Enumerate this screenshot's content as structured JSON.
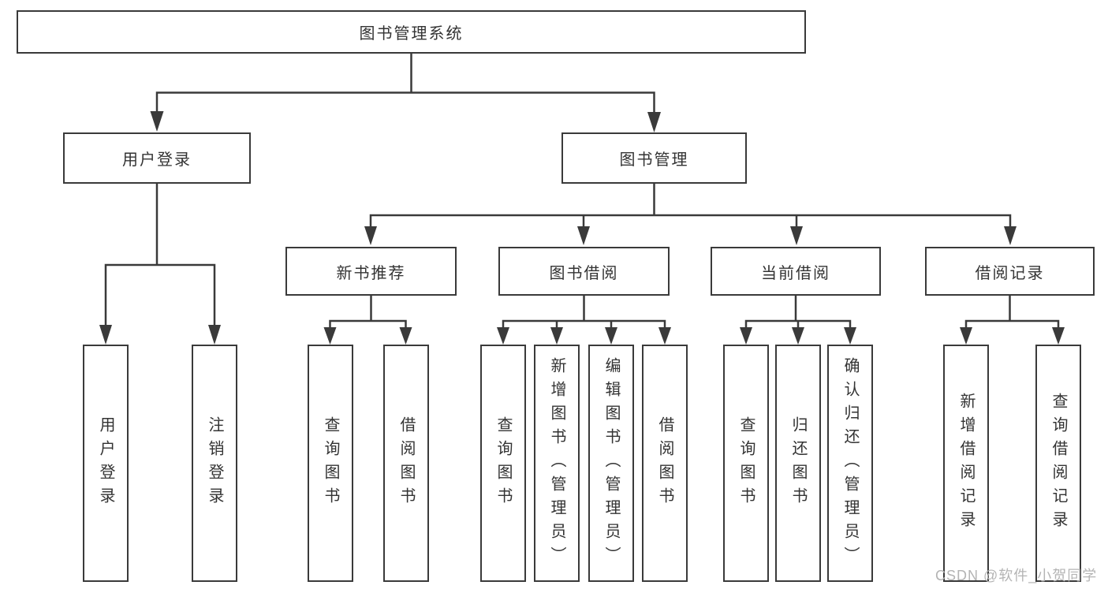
{
  "colors": {
    "line": "#3a3a3a",
    "text": "#333333",
    "background": "#ffffff",
    "watermark_color": "#b4b4b4"
  },
  "tree": {
    "label": "图书管理系统",
    "children": [
      {
        "label": "用户登录",
        "children": [
          {
            "label": "用户登录"
          },
          {
            "label": "注销登录"
          }
        ]
      },
      {
        "label": "图书管理",
        "children": [
          {
            "label": "新书推荐",
            "children": [
              {
                "label": "查询图书"
              },
              {
                "label": "借阅图书"
              }
            ]
          },
          {
            "label": "图书借阅",
            "children": [
              {
                "label": "查询图书"
              },
              {
                "label": "新增图书（管理员）"
              },
              {
                "label": "编辑图书（管理员）"
              },
              {
                "label": "借阅图书"
              }
            ]
          },
          {
            "label": "当前借阅",
            "children": [
              {
                "label": "查询图书"
              },
              {
                "label": "归还图书"
              },
              {
                "label": "确认归还（管理员）"
              }
            ]
          },
          {
            "label": "借阅记录",
            "children": [
              {
                "label": "新增借阅记录"
              },
              {
                "label": "查询借阅记录"
              }
            ]
          }
        ]
      }
    ]
  },
  "watermark": "CSDN @软件_小贺同学"
}
